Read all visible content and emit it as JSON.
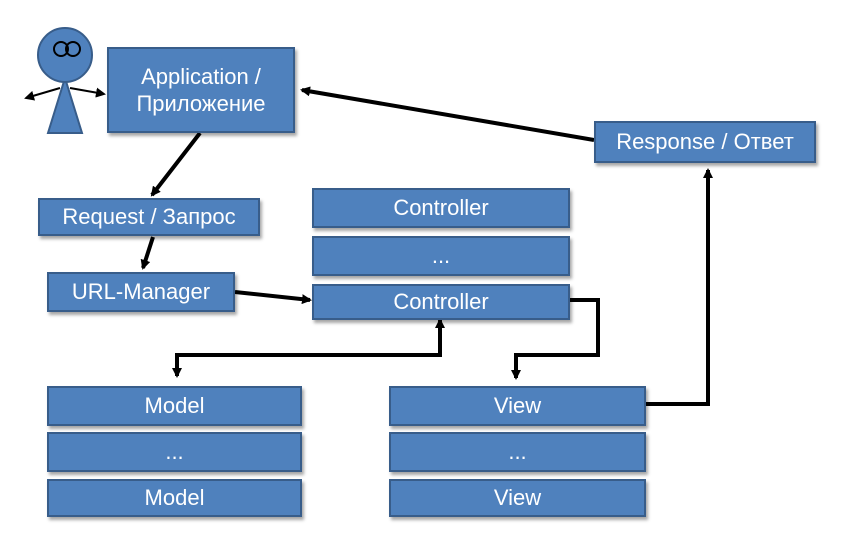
{
  "diagram": {
    "actor": {
      "name": "user-actor-icon"
    },
    "boxes": {
      "application": "Application /\nПриложение",
      "response": "Response / Ответ",
      "request": "Request / Запрос",
      "url_manager": "URL-Manager",
      "controller_top": "Controller",
      "controller_dots": "...",
      "controller_main": "Controller",
      "model_top": "Model",
      "model_dots": "...",
      "model_bottom": "Model",
      "view_top": "View",
      "view_dots": "...",
      "view_bottom": "View"
    },
    "colors": {
      "box_fill": "#4f81bd",
      "box_border": "#385d8a",
      "text": "#ffffff",
      "arrow": "#000000"
    }
  }
}
